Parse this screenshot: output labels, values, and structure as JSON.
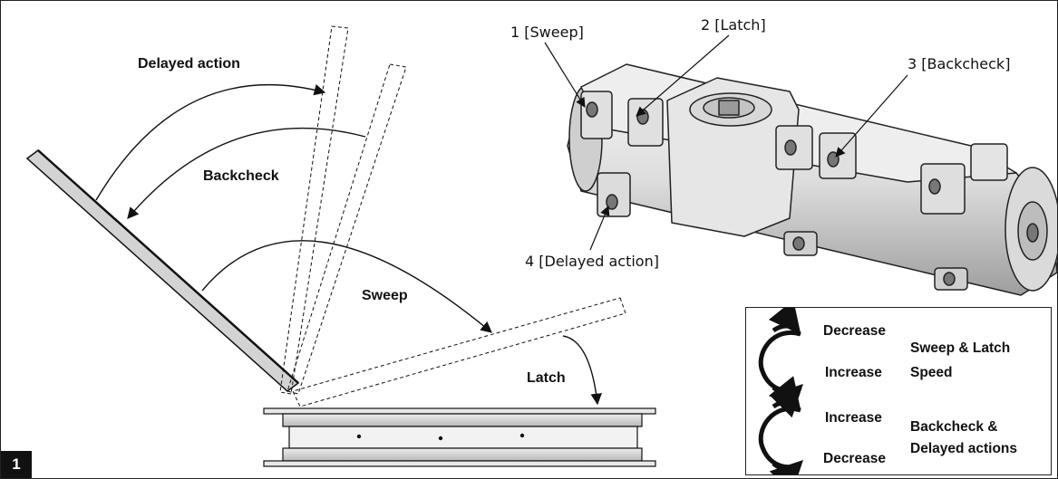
{
  "figure": {
    "number": "1"
  },
  "door_diagram": {
    "labels": {
      "delayed_action": "Delayed action",
      "backcheck": "Backcheck",
      "sweep": "Sweep",
      "latch": "Latch"
    }
  },
  "closer_callouts": {
    "sweep": "1 [Sweep]",
    "latch": "2 [Latch]",
    "backcheck": "3 [Backcheck]",
    "delayed_action": "4 [Delayed action]"
  },
  "legend": {
    "group1": {
      "top": "Decrease",
      "bottom": "Increase",
      "description_line1": "Sweep & Latch",
      "description_line2": "Speed"
    },
    "group2": {
      "top": "Increase",
      "bottom": "Decrease",
      "description_line1": "Backcheck &",
      "description_line2": "Delayed actions"
    }
  },
  "colors": {
    "line": "#111111",
    "metal_light": "#e6e6e6",
    "metal_mid": "#c9c9c9",
    "metal_dark": "#8a8a8a"
  }
}
